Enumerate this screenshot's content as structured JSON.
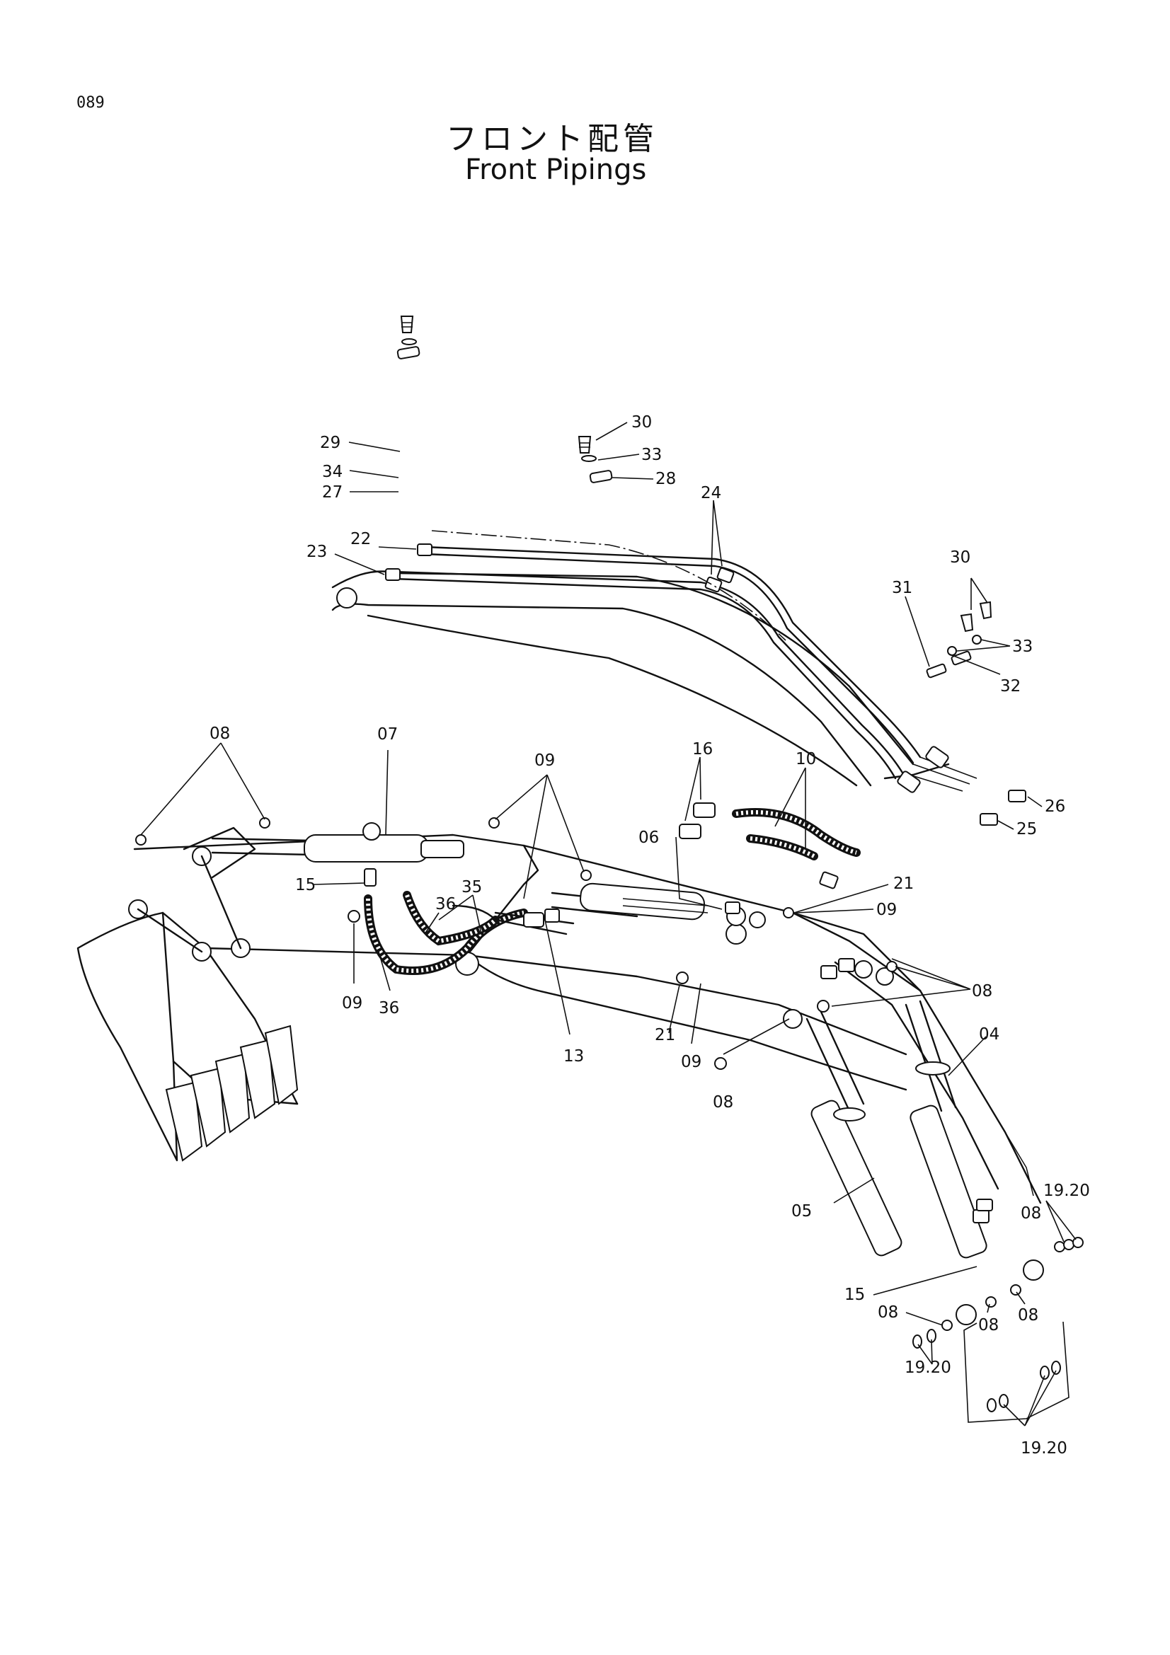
{
  "page_number": "089",
  "title_jp": "フロント配管",
  "title_en": "Front Pipings",
  "part_labels": [
    "29",
    "34",
    "27",
    "30",
    "33",
    "28",
    "24",
    "22",
    "23",
    "30",
    "31",
    "33",
    "32",
    "26",
    "25",
    "08",
    "07",
    "09",
    "16",
    "10",
    "06",
    "15",
    "35",
    "36",
    "21",
    "09",
    "09",
    "36",
    "13",
    "21",
    "09",
    "08",
    "08",
    "04",
    "05",
    "19.20",
    "08",
    "15",
    "08",
    "08",
    "08",
    "19.20",
    "19.20"
  ]
}
